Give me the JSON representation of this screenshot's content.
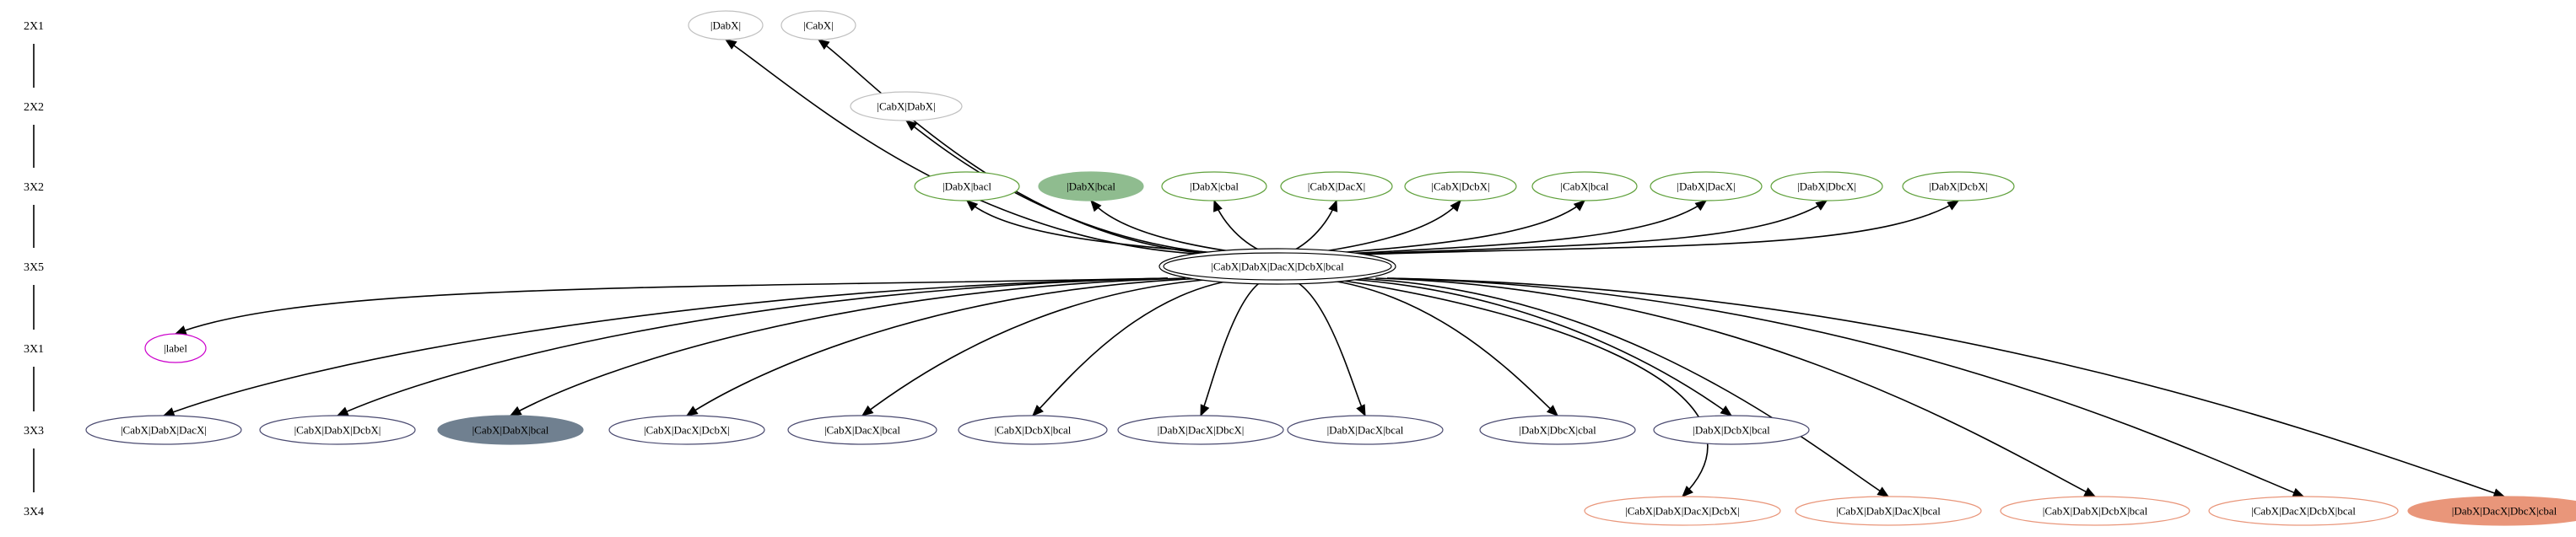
{
  "colors": {
    "gray_outline": "#c0c0c0",
    "green_outline": "#5fa03b",
    "green_fill": "#8fbc8f",
    "magenta_outline": "#cc00cc",
    "slate_outline": "#4a4a70",
    "slate_fill": "#708090",
    "salmon_outline": "#e9967a",
    "salmon_fill": "#e9967a",
    "center_outline": "#000000"
  },
  "rank_labels": [
    "2X1",
    "2X2",
    "3X2",
    "3X5",
    "3X1",
    "3X3",
    "3X4"
  ],
  "center": {
    "id": "center",
    "label": "|CabX|DabX|DacX|DcbX|bcal"
  },
  "nodes": [
    {
      "id": "n1",
      "label": "|DabX|",
      "rank": 0,
      "style": "gray"
    },
    {
      "id": "n2",
      "label": "|CabX|",
      "rank": 0,
      "style": "gray"
    },
    {
      "id": "n3",
      "label": "|CabX|DabX|",
      "rank": 1,
      "style": "gray"
    },
    {
      "id": "n4",
      "label": "|DabX|bacl",
      "rank": 2,
      "style": "green"
    },
    {
      "id": "n5",
      "label": "|DabX|bcal",
      "rank": 2,
      "style": "green-filled"
    },
    {
      "id": "n6",
      "label": "|DabX|cbal",
      "rank": 2,
      "style": "green"
    },
    {
      "id": "n7",
      "label": "|CabX|DacX|",
      "rank": 2,
      "style": "green"
    },
    {
      "id": "n8",
      "label": "|CabX|DcbX|",
      "rank": 2,
      "style": "green"
    },
    {
      "id": "n9",
      "label": "|CabX|bcal",
      "rank": 2,
      "style": "green"
    },
    {
      "id": "n10",
      "label": "|DabX|DacX|",
      "rank": 2,
      "style": "green"
    },
    {
      "id": "n11",
      "label": "|DabX|DbcX|",
      "rank": 2,
      "style": "green"
    },
    {
      "id": "n12",
      "label": "|DabX|DcbX|",
      "rank": 2,
      "style": "green"
    },
    {
      "id": "n13",
      "label": "|label",
      "rank": 4,
      "style": "magenta"
    },
    {
      "id": "n14",
      "label": "|CabX|DabX|DacX|",
      "rank": 5,
      "style": "slate"
    },
    {
      "id": "n15",
      "label": "|CabX|DabX|DcbX|",
      "rank": 5,
      "style": "slate"
    },
    {
      "id": "n16",
      "label": "|CabX|DabX|bcal",
      "rank": 5,
      "style": "slate-filled"
    },
    {
      "id": "n17",
      "label": "|CabX|DacX|DcbX|",
      "rank": 5,
      "style": "slate"
    },
    {
      "id": "n18",
      "label": "|CabX|DacX|bcal",
      "rank": 5,
      "style": "slate"
    },
    {
      "id": "n19",
      "label": "|CabX|DcbX|bcal",
      "rank": 5,
      "style": "slate"
    },
    {
      "id": "n20",
      "label": "|DabX|DacX|DbcX|",
      "rank": 5,
      "style": "slate"
    },
    {
      "id": "n21",
      "label": "|DabX|DacX|bcal",
      "rank": 5,
      "style": "slate"
    },
    {
      "id": "n22",
      "label": "|DabX|DbcX|cbal",
      "rank": 5,
      "style": "slate"
    },
    {
      "id": "n23",
      "label": "|DabX|DcbX|bcal",
      "rank": 5,
      "style": "slate"
    },
    {
      "id": "n24",
      "label": "|CabX|DabX|DacX|DcbX|",
      "rank": 6,
      "style": "salmon"
    },
    {
      "id": "n25",
      "label": "|CabX|DabX|DacX|bcal",
      "rank": 6,
      "style": "salmon"
    },
    {
      "id": "n26",
      "label": "|CabX|DabX|DcbX|bcal",
      "rank": 6,
      "style": "salmon"
    },
    {
      "id": "n27",
      "label": "|CabX|DacX|DcbX|bcal",
      "rank": 6,
      "style": "salmon"
    },
    {
      "id": "n28",
      "label": "|DabX|DacX|DbcX|cbal",
      "rank": 6,
      "style": "salmon-filled"
    }
  ],
  "edges": [
    {
      "from": "center",
      "to": "n1"
    },
    {
      "from": "center",
      "to": "n2"
    },
    {
      "from": "center",
      "to": "n3"
    },
    {
      "from": "center",
      "to": "n4"
    },
    {
      "from": "center",
      "to": "n5"
    },
    {
      "from": "center",
      "to": "n6"
    },
    {
      "from": "center",
      "to": "n7"
    },
    {
      "from": "center",
      "to": "n8"
    },
    {
      "from": "center",
      "to": "n9"
    },
    {
      "from": "center",
      "to": "n10"
    },
    {
      "from": "center",
      "to": "n11"
    },
    {
      "from": "center",
      "to": "n12"
    },
    {
      "from": "center",
      "to": "n13"
    },
    {
      "from": "center",
      "to": "n14"
    },
    {
      "from": "center",
      "to": "n15"
    },
    {
      "from": "center",
      "to": "n16"
    },
    {
      "from": "center",
      "to": "n17"
    },
    {
      "from": "center",
      "to": "n18"
    },
    {
      "from": "center",
      "to": "n19"
    },
    {
      "from": "center",
      "to": "n20"
    },
    {
      "from": "center",
      "to": "n21"
    },
    {
      "from": "center",
      "to": "n22"
    },
    {
      "from": "center",
      "to": "n23"
    },
    {
      "from": "center",
      "to": "n24"
    },
    {
      "from": "center",
      "to": "n25"
    },
    {
      "from": "center",
      "to": "n26"
    },
    {
      "from": "center",
      "to": "n27"
    },
    {
      "from": "center",
      "to": "n28"
    }
  ]
}
